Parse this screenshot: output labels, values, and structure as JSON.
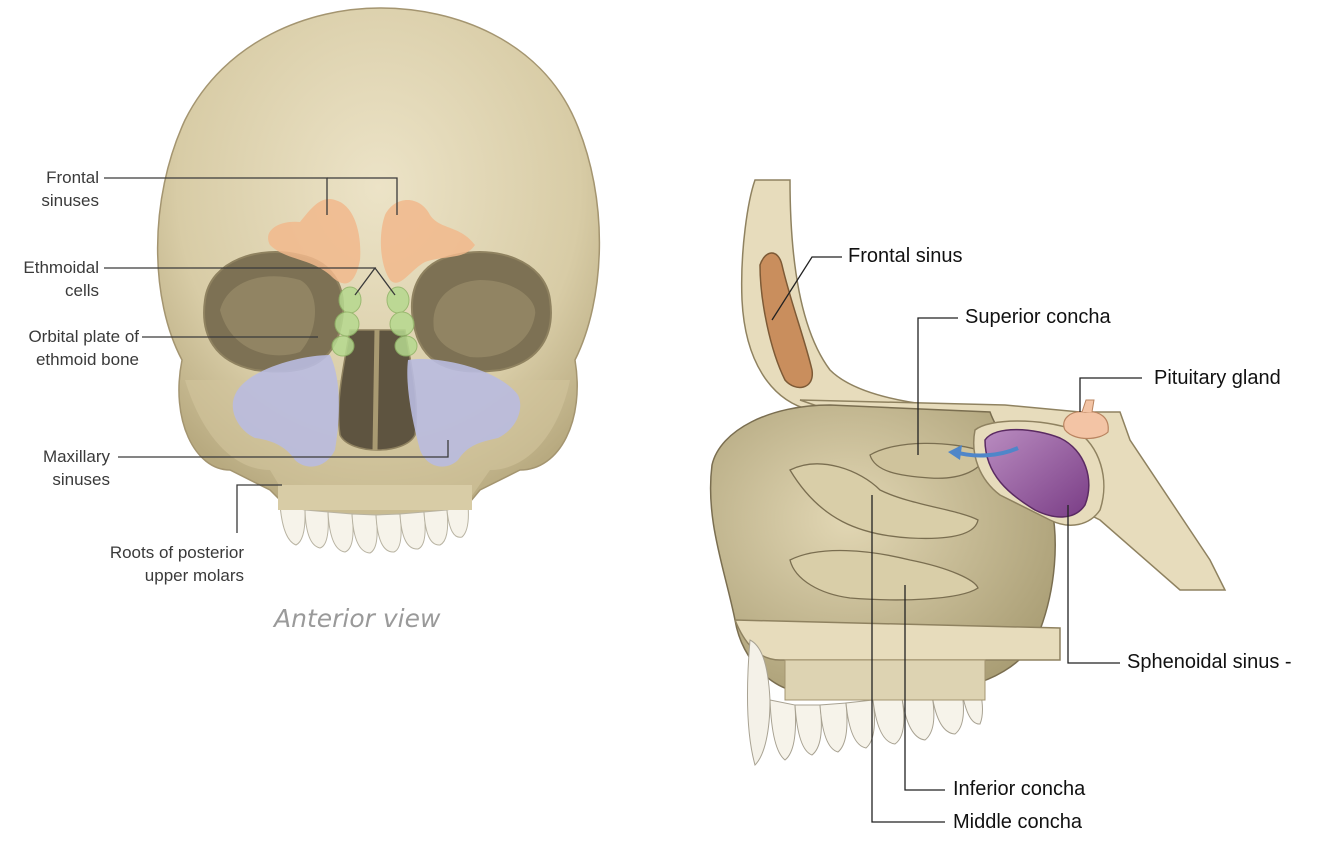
{
  "anterior": {
    "labels": {
      "frontal": "Frontal\nsinuses",
      "ethmoidal": "Ethmoidal\ncells",
      "orbital": "Orbital plate of\nethmoid bone",
      "maxillary": "Maxillary\nsinuses",
      "roots": "Roots of posterior\nupper molars"
    },
    "caption": "Anterior view"
  },
  "sagittal": {
    "labels": {
      "frontal": "Frontal sinus",
      "superior": "Superior concha",
      "pituitary": "Pituitary gland",
      "sphenoidal": "Sphenoidal sinus -",
      "inferior": "Inferior concha",
      "middle": "Middle concha"
    }
  },
  "colors": {
    "bone": "#ddd3b2",
    "bone_shadow": "#b9ae8a",
    "frontal_sinus": "#f1b98c",
    "ethmoid_cells": "#b6d98f",
    "maxillary_sinus": "#b9bbe0",
    "sphenoidal_sinus": "#9b5fa3",
    "pituitary": "#f3c4a5",
    "frontal_sinus_sagittal": "#c98e5d"
  }
}
